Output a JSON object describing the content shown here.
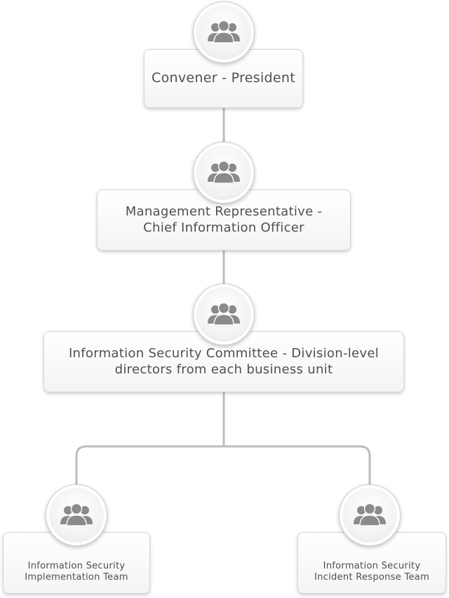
{
  "nodes": [
    {
      "id": "convener",
      "label": "Convener - President",
      "icon": "group-icon"
    },
    {
      "id": "management-rep",
      "label": "Management Representative -\nChief Information Officer",
      "icon": "group-icon"
    },
    {
      "id": "committee",
      "label": "Information Security Committee - Division-level\ndirectors from each business unit",
      "icon": "group-icon"
    },
    {
      "id": "implementation-team",
      "label": "Information Security\nImplementation Team",
      "icon": "group-icon"
    },
    {
      "id": "incident-team",
      "label": "Information Security\nIncident Response Team",
      "icon": "group-icon"
    }
  ],
  "colors": {
    "connector": "#bdbdbd",
    "icon": "#8a8a8a",
    "text": "#4f4f4f"
  }
}
